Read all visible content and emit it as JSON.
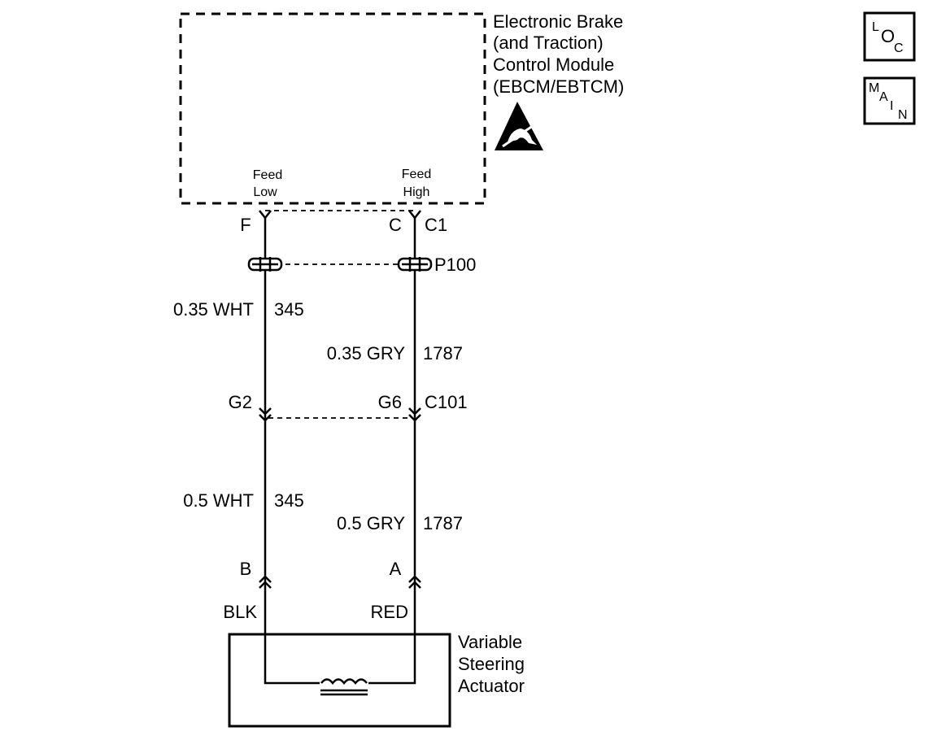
{
  "ebcm": {
    "title_lines": [
      "Electronic Brake",
      "(and Traction)",
      "Control Module",
      "(EBCM/EBTCM)"
    ],
    "feed_low": [
      "Feed",
      "Low"
    ],
    "feed_high": [
      "Feed",
      "High"
    ]
  },
  "connectors": {
    "pin_f": "F",
    "pin_c": "C",
    "c1": "C1",
    "p100": "P100",
    "g2": "G2",
    "g6": "G6",
    "c101": "C101",
    "pin_b": "B",
    "pin_a": "A"
  },
  "wires": {
    "left_upper_spec": "0.35 WHT",
    "left_upper_circuit": "345",
    "right_upper_spec": "0.35 GRY",
    "right_upper_circuit": "1787",
    "left_lower_spec": "0.5 WHT",
    "left_lower_circuit": "345",
    "right_lower_spec": "0.5 GRY",
    "right_lower_circuit": "1787",
    "left_color": "BLK",
    "right_color": "RED"
  },
  "actuator": {
    "title_lines": [
      "Variable",
      "Steering",
      "Actuator"
    ]
  },
  "nav": {
    "loc": [
      "L",
      "O",
      "C"
    ],
    "main": [
      "M",
      "A",
      "I",
      "N"
    ]
  }
}
